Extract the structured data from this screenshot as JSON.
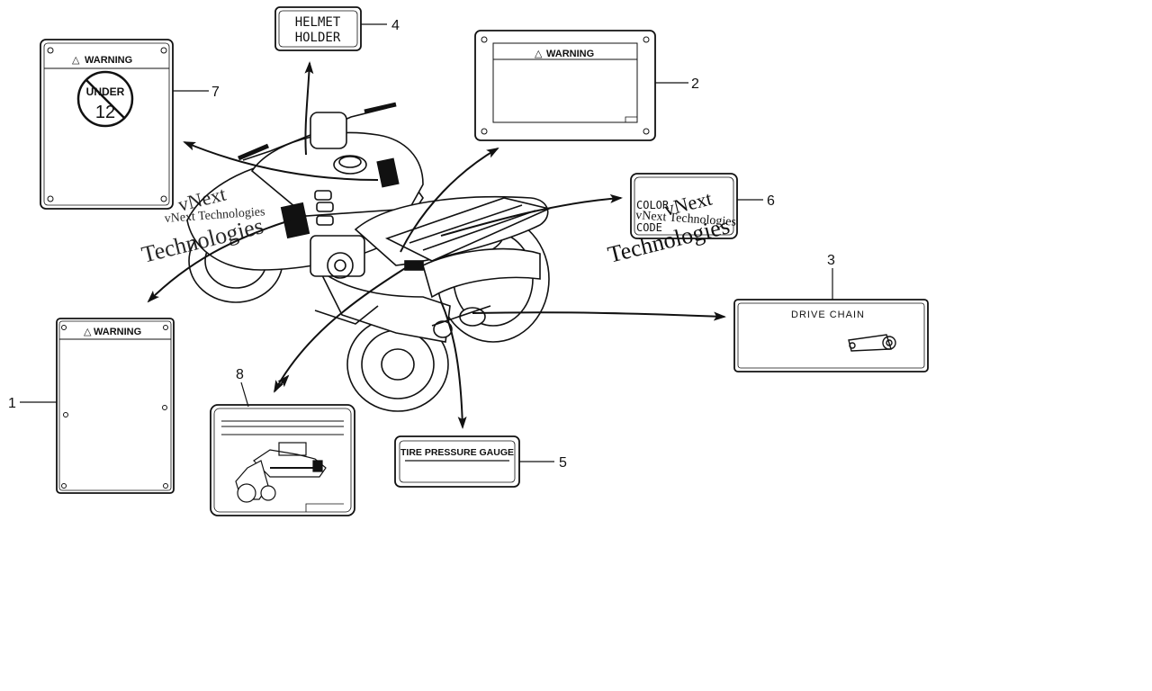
{
  "callouts": {
    "c1": "1",
    "c2": "2",
    "c3": "3",
    "c4": "4",
    "c5": "5",
    "c6": "6",
    "c7": "7",
    "c8": "8"
  },
  "labels": {
    "label1": {
      "title": "WARNING"
    },
    "label2": {
      "title": "WARNING"
    },
    "label3": {
      "title": "DRIVE CHAIN"
    },
    "label4": {
      "line1": "HELMET",
      "line2": "HOLDER"
    },
    "label5": {
      "title": "TIRE PRESSURE GAUGE"
    },
    "label6": {
      "line1": "COLOR",
      "line2": "CODE"
    },
    "label7": {
      "title": "WARNING",
      "line1": "UNDER",
      "line2": "12"
    }
  },
  "watermarks": {
    "left_a": "vNext",
    "left_b": "vNext Technologies",
    "left_c": "Technologies",
    "right_a": "vNext",
    "right_b": "vNext Technologies",
    "right_c": "Technologies"
  },
  "colors": {
    "ink": "#111111",
    "watermark": "#bdbdbd"
  }
}
